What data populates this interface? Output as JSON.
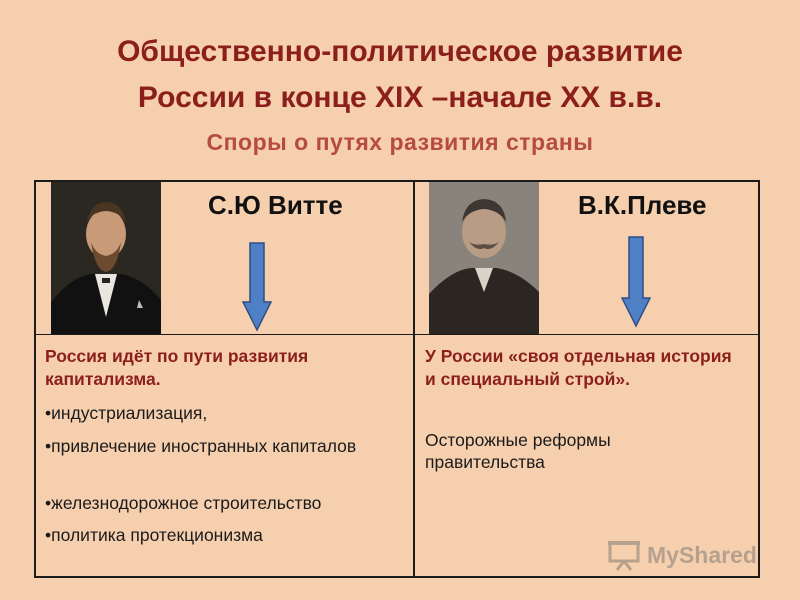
{
  "slide": {
    "title_line1": "Общественно-политическое развитие",
    "title_line2": "России в конце XIX –начале XX в.в.",
    "subtitle": "Споры о путях развития страны"
  },
  "left": {
    "name": "С.Ю Витте",
    "heading": "Россия идёт по пути развития капитализма.",
    "bullets": [
      "индустриализация,",
      "привлечение иностранных капиталов",
      "железнодорожное  строительство",
      "политика протекционизма"
    ]
  },
  "right": {
    "name": "В.К.Плеве",
    "heading": "У России «своя отдельная история и  специальный строй».",
    "body": "Осторожные реформы правительства"
  },
  "watermark": {
    "text": "MyShared"
  },
  "colors": {
    "background": "#f6cfae",
    "title": "#8b1f1c",
    "subtitle": "#b64a45",
    "arrow": "#4f7fc4"
  }
}
